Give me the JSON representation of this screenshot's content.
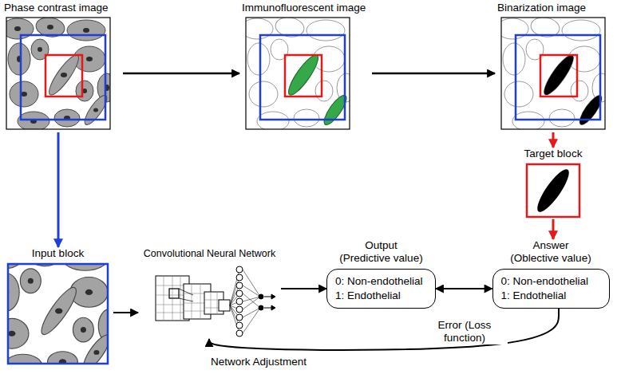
{
  "diagram": {
    "nodes": [
      {
        "text": [
          "Phase contrast image"
        ]
      },
      {
        "text": [
          "Immunofluorescent image"
        ]
      },
      {
        "text": [
          "Binarization image"
        ]
      },
      {
        "text": [
          "Target block"
        ]
      },
      {
        "text": [
          "Input block"
        ]
      },
      {
        "text": [
          "Convolutional Neural Network"
        ]
      },
      {
        "text": [
          "Output (Predictive value)",
          "0: Non-endothelial",
          "1: Endothelial"
        ]
      },
      {
        "text": [
          "Answer (Oblective value)",
          "0: Non-endothelial",
          "1: Endothelial"
        ]
      }
    ],
    "edges": [
      {
        "from": 0,
        "to": 1,
        "arrow": "to"
      },
      {
        "from": 1,
        "to": 2,
        "arrow": "to"
      },
      {
        "from": 2,
        "to": 3,
        "arrow": "to"
      },
      {
        "from": 3,
        "to": 7,
        "arrow": "to"
      },
      {
        "from": 0,
        "to": 4,
        "arrow": "to"
      },
      {
        "from": 4,
        "to": 5,
        "arrow": "to"
      },
      {
        "from": 5,
        "to": 6,
        "arrow": "to"
      },
      {
        "from": 6,
        "to": 7,
        "arrow": "both",
        "label": "Error (Loss function)"
      },
      {
        "from": 7,
        "to": 5,
        "arrow": "to",
        "label": "Network Adjustment"
      }
    ]
  }
}
